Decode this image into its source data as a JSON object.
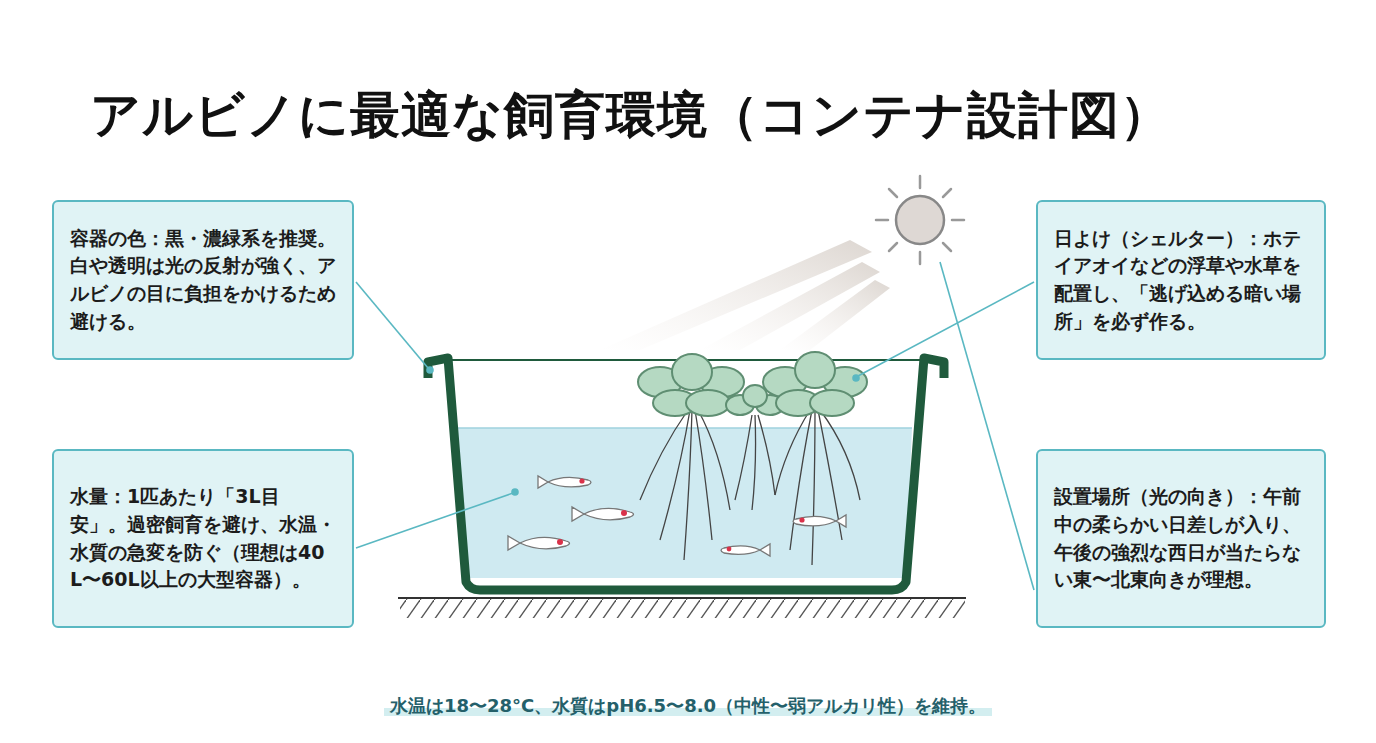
{
  "diagram": {
    "title": "アルビノに最適な飼育環境（コンテナ設計図）",
    "caption": "水温は18〜28°C、水質はpH6.5〜8.0（中性〜弱アルカリ性）を維持。",
    "nodes": [
      {
        "text": [
          "容器の色：黒・濃緑系を推奨。白や透明は光の反射が強く、アルビノの目に負担をかけるため避ける。"
        ]
      },
      {
        "text": [
          "水量：1匹あたり「3L目安」。過密飼育を避け、水温・水質の急変を防ぐ（理想は40L〜60L以上の大型容器）。"
        ]
      },
      {
        "text": [
          "日よけ（シェルター）：ホテイアオイなどの浮草や水草を配置し、「逃げ込める暗い場所」を必ず作る。"
        ]
      },
      {
        "text": [
          "設置場所（光の向き）：午前中の柔らかい日差しが入り、午後の強烈な西日が当たらない東〜北東向きが理想。"
        ]
      }
    ]
  }
}
